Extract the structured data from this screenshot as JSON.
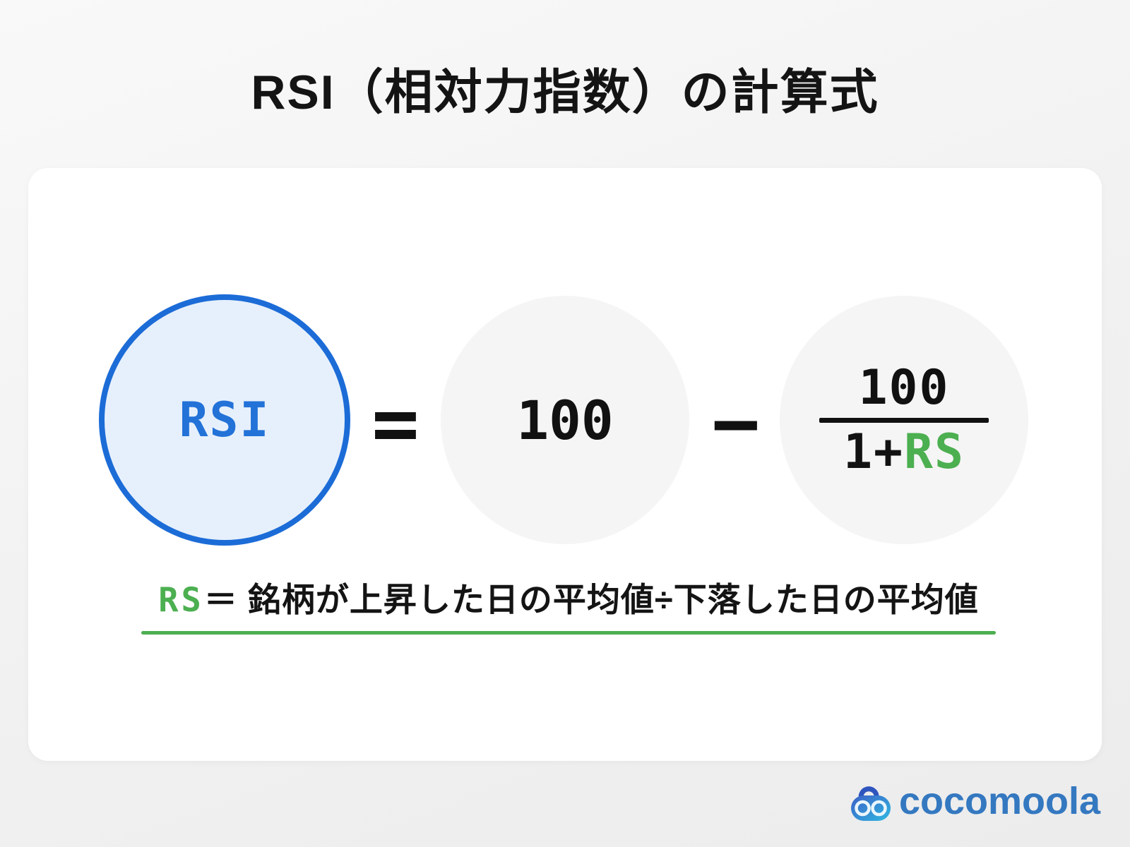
{
  "title": "RSI（相対力指数）の計算式",
  "formula": {
    "rsi_label": "RSI",
    "equals": "=",
    "value_100": "100",
    "minus": "−",
    "fraction": {
      "numerator": "100",
      "denom_black": "1+",
      "denom_green": "RS"
    }
  },
  "note": {
    "rs": "RS",
    "rest": "＝ 銘柄が上昇した日の平均値÷下落した日の平均値"
  },
  "logo": {
    "name": "cocomoola"
  },
  "colors": {
    "background_gray": "#F1F1F1",
    "card_white": "#FFFFFF",
    "rsi_circle_fill": "#E6F0FC",
    "rsi_circle_border": "#1C6CD7",
    "rsi_text_blue": "#2272D8",
    "gray_circle": "#F5F5F5",
    "formula_black": "#111111",
    "accent_green": "#4CAF50",
    "logo_blue": "#3478C0"
  }
}
